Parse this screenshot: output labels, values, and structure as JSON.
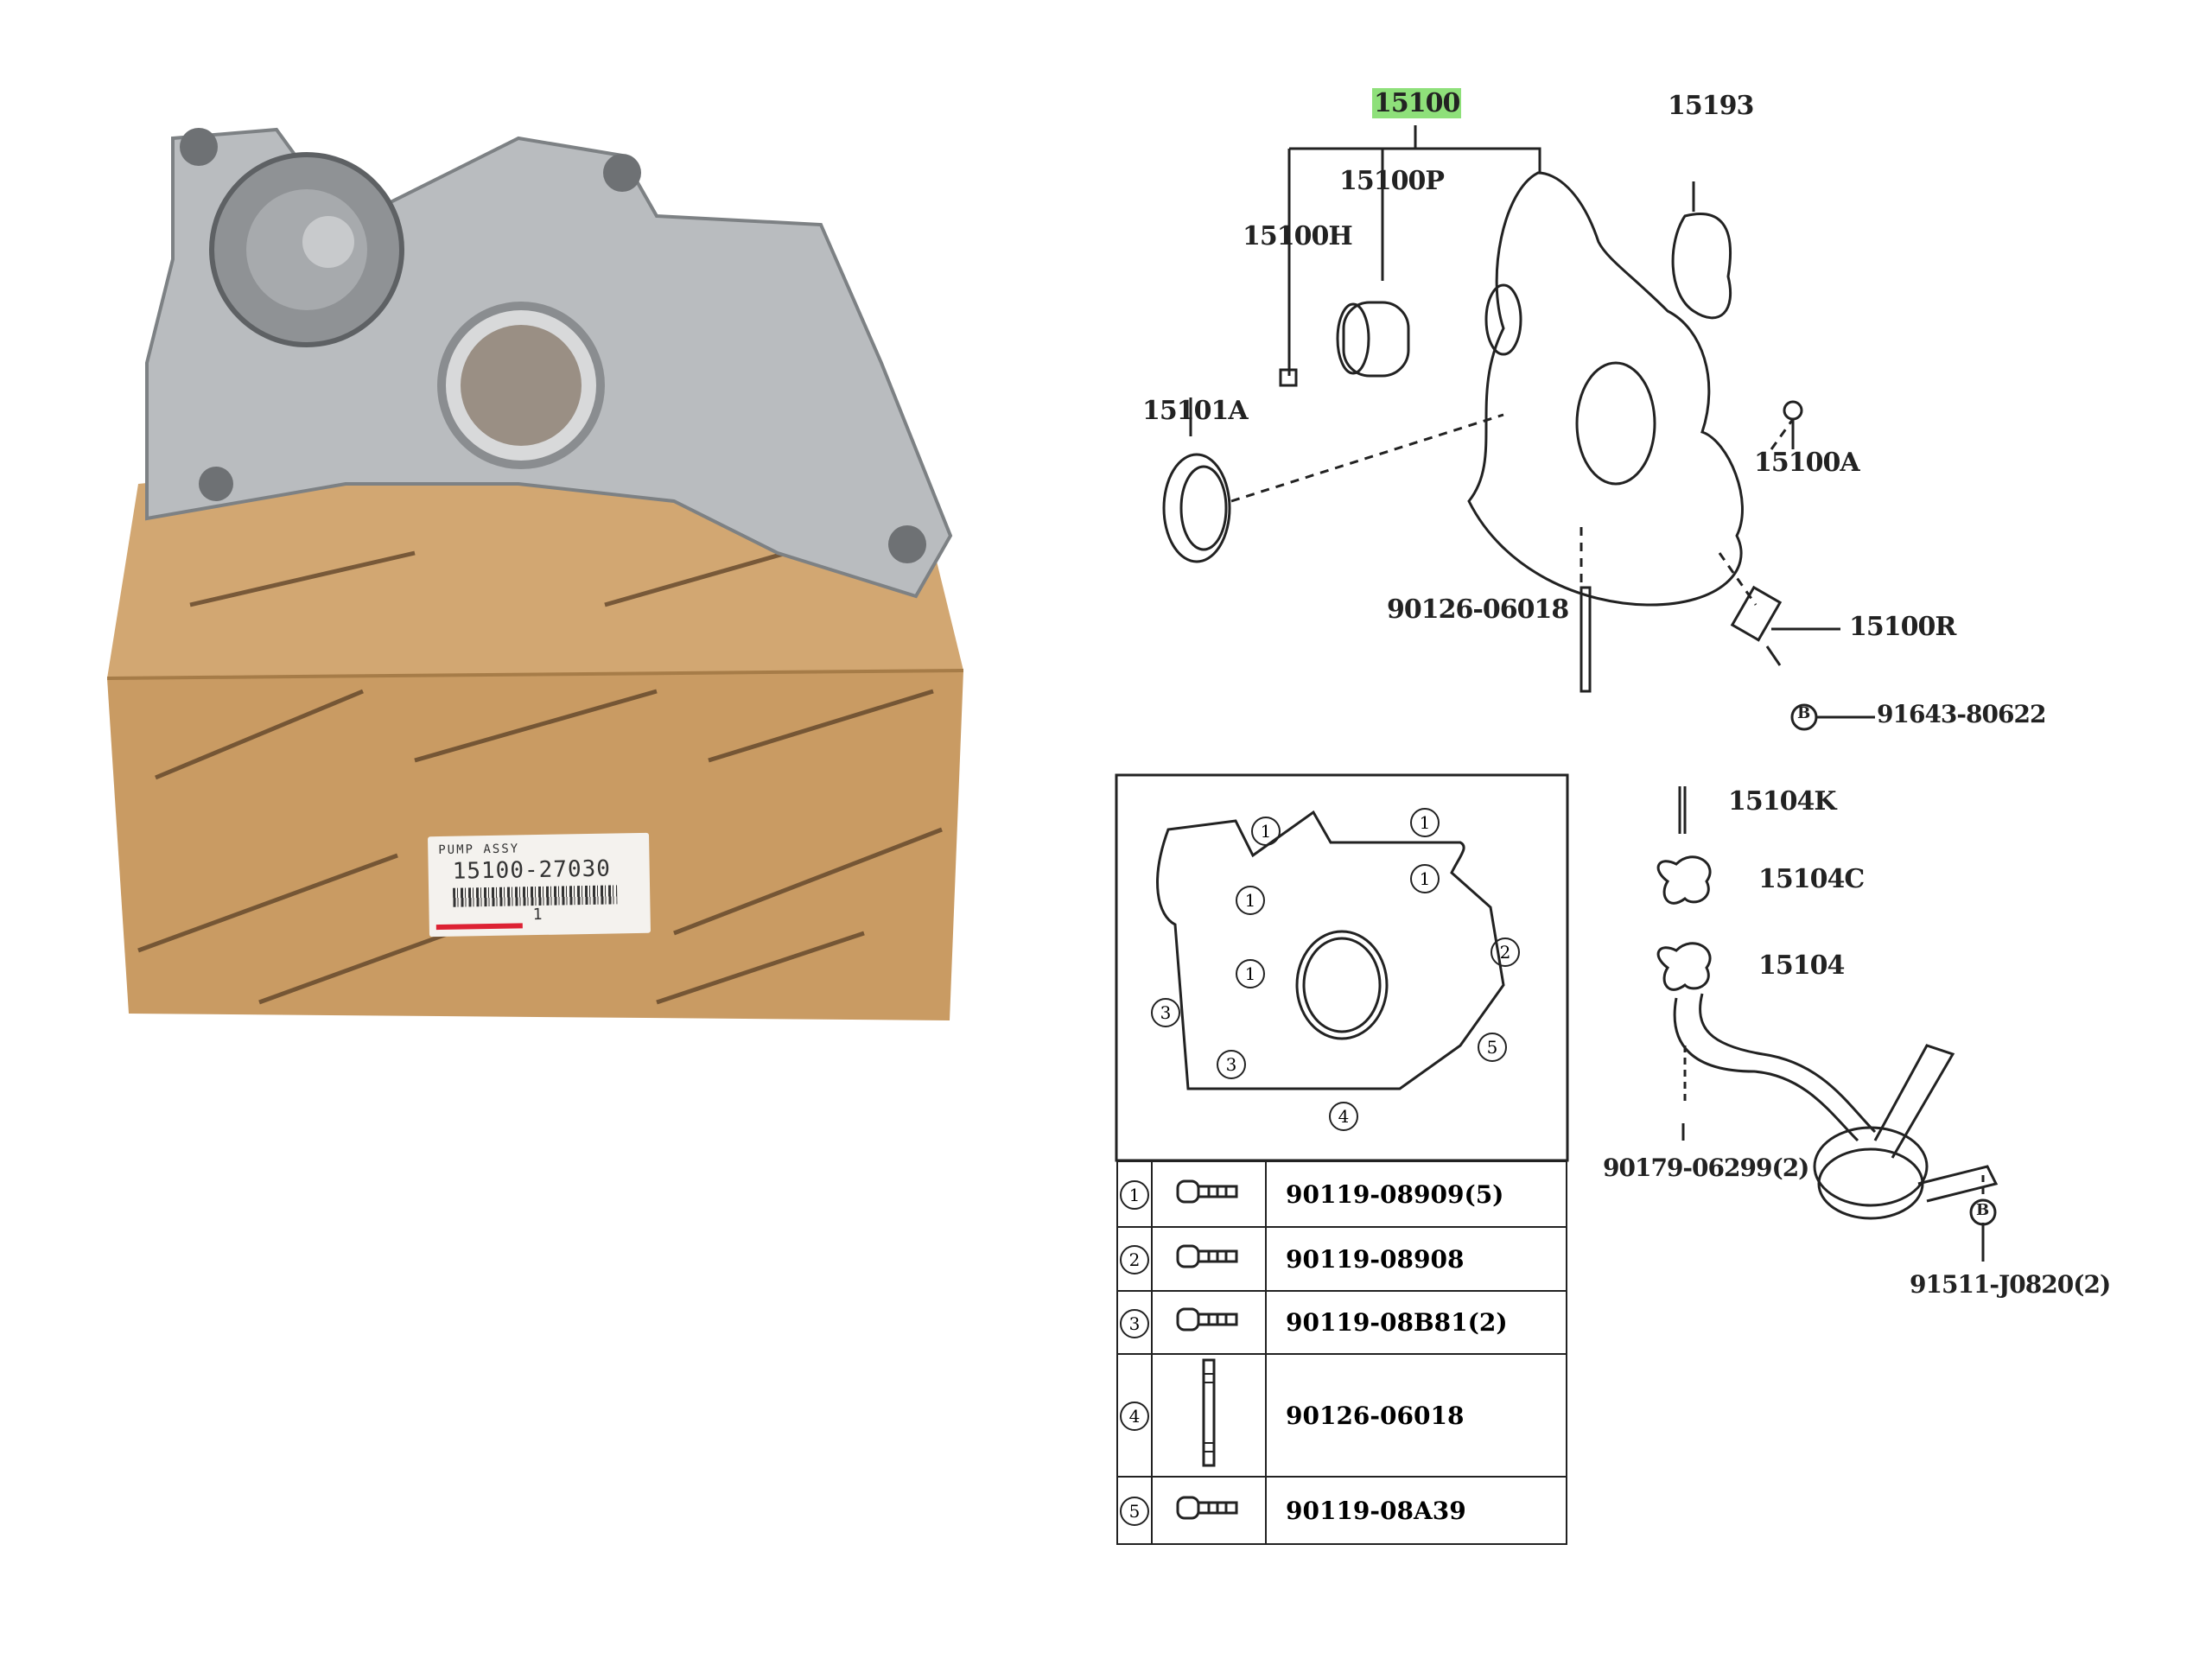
{
  "product_photo": {
    "box_label": {
      "name": "PUMP ASSY",
      "part_number": "15100-27030",
      "quantity": "1"
    }
  },
  "diagram": {
    "callouts": {
      "main": "15100",
      "gasket": "15193",
      "rotor": "15100P",
      "plug": "15100H",
      "oil_seal": "15101A",
      "ball": "15100A",
      "stud_top": "90126-06018",
      "relief_valve": "15100R",
      "ref_b_top": "B",
      "bolt_b": "91643-80622",
      "stud_k": "15104K",
      "gasket_c": "15104C",
      "strainer": "15104",
      "nut": "90179-06299(2)",
      "ref_b_bottom": "B",
      "bolt_strainer": "91511-J0820(2)"
    },
    "highlight_color": "#8ee07a",
    "inset_numbers": [
      "1",
      "1",
      "1",
      "1",
      "1",
      "2",
      "3",
      "3",
      "4",
      "5"
    ],
    "legend": [
      {
        "num": "1",
        "icon": "bolt",
        "part": "90119-08909(5)"
      },
      {
        "num": "2",
        "icon": "bolt",
        "part": "90119-08908"
      },
      {
        "num": "3",
        "icon": "bolt",
        "part": "90119-08B81(2)"
      },
      {
        "num": "4",
        "icon": "stud",
        "part": "90126-06018"
      },
      {
        "num": "5",
        "icon": "bolt",
        "part": "90119-08A39"
      }
    ]
  }
}
